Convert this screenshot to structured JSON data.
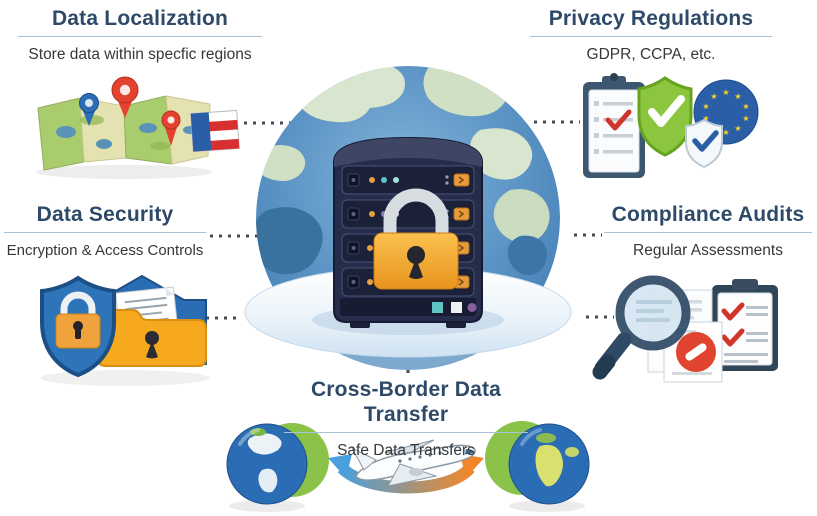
{
  "title": "Data Compliance Infographic",
  "palette": {
    "heading_color": "#2e4a68",
    "subtitle_color": "#34373b",
    "divider_color": "#a9c4d6",
    "connector_color": "#464b54",
    "accent_orange": "#f5a623",
    "accent_blue": "#2a6db5",
    "accent_green": "#8cc63e",
    "server_navy": "#262d4b",
    "globe_ocean": "#5590c4",
    "globe_land": "#d6e4cd",
    "error_red": "#e0432f"
  },
  "sections": {
    "data_localization": {
      "title": "Data Localization",
      "subtitle": "Store data within specfic regions",
      "icons": [
        "folded-map-icon",
        "location-pin-icon",
        "flag-icon"
      ]
    },
    "privacy_regulations": {
      "title": "Privacy Regulations",
      "subtitle": "GDPR, CCPA, etc.",
      "icons": [
        "clipboard-checklist-icon",
        "green-shield-check-icon",
        "eu-flag-icon",
        "white-shield-check-icon"
      ]
    },
    "data_security": {
      "title": "Data Security",
      "subtitle": "Encryption & Access Controls",
      "icons": [
        "blue-shield-padlock-icon",
        "locked-folder-icon",
        "documents-icon"
      ]
    },
    "compliance_audits": {
      "title": "Compliance Audits",
      "subtitle": "Regular Assessments",
      "icons": [
        "magnifier-icon",
        "documents-icon",
        "error-badge-icon",
        "checklist-clipboard-icon"
      ]
    },
    "cross_border_transfer": {
      "title": "Cross-Border Data Transfer",
      "subtitle": "Safe Data Transfers",
      "icons": [
        "globe-americas-icon",
        "transfer-arrows-icon",
        "airplane-icon",
        "globe-africa-europe-icon"
      ]
    }
  },
  "center_illustration": {
    "icons": [
      "globe-icon",
      "platform-icon",
      "server-rack-icon",
      "padlock-icon"
    ],
    "server_rows": 4
  }
}
